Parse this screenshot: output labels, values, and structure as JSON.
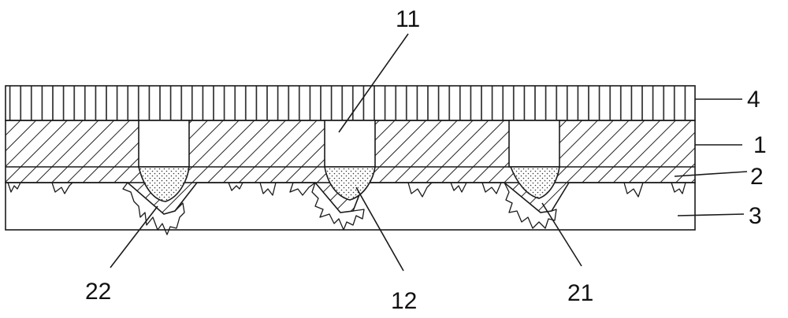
{
  "labels": {
    "l11": "11",
    "l4": "4",
    "l1": "1",
    "l2": "2",
    "l3": "3",
    "l22": "22",
    "l12": "12",
    "l21": "21"
  },
  "colors": {
    "stroke": "#1a1a1a",
    "background": "#ffffff"
  }
}
